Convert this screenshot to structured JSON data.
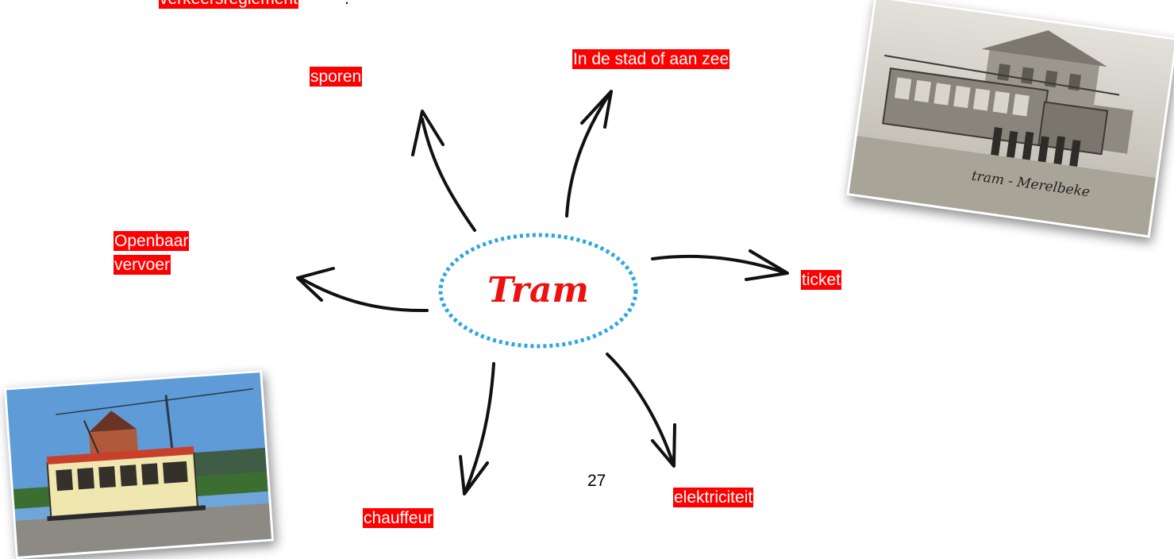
{
  "header_fragment": {
    "text": "verkeersreglement",
    "suffix": "."
  },
  "center": {
    "title": "Tram"
  },
  "labels": {
    "sporen": "sporen",
    "stad": "In de stad of aan zee",
    "openbaar_line1": "Openbaar",
    "openbaar_line2": "vervoer",
    "ticket": "ticket",
    "chauffeur": "chauffeur",
    "elektriciteit": "elektriciteit"
  },
  "page_number": "27",
  "photos": {
    "old_tram_caption": "tram - Merelbeke"
  },
  "colors": {
    "label_bg": "#ff0000",
    "center_ring": "#29a8e0",
    "center_text": "#ee1111"
  }
}
